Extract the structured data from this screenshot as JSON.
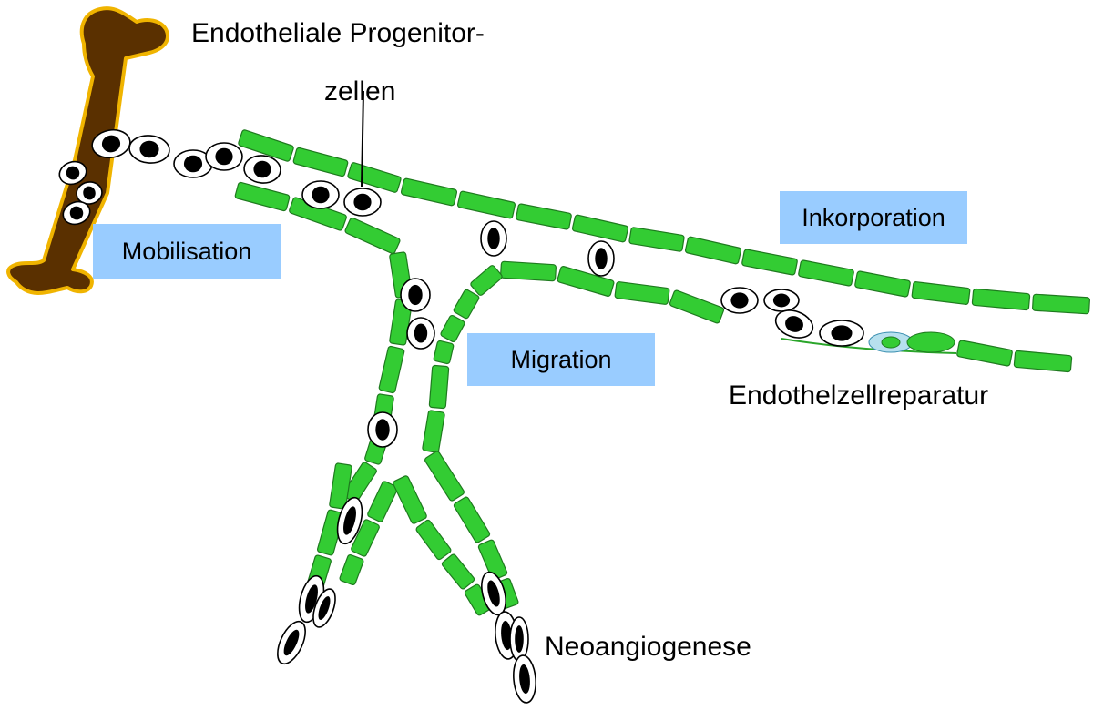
{
  "labels": {
    "progenitor_line1": "Endotheliale Progenitor-",
    "progenitor_line2": "zellen",
    "mobilisation": "Mobilisation",
    "migration": "Migration",
    "inkorporation": "Inkorporation",
    "repair": "Endothelzellreparatur",
    "neoangiogenesis": "Neoangiogenese"
  },
  "colors": {
    "bone_fill": "#5a3000",
    "bone_outline": "#f0b400",
    "endothelial_cell": "#33cc33",
    "endothelial_outline": "#1e7a1e",
    "label_box": "#99ccff",
    "incorporated_cell": "#b7e0ee"
  }
}
